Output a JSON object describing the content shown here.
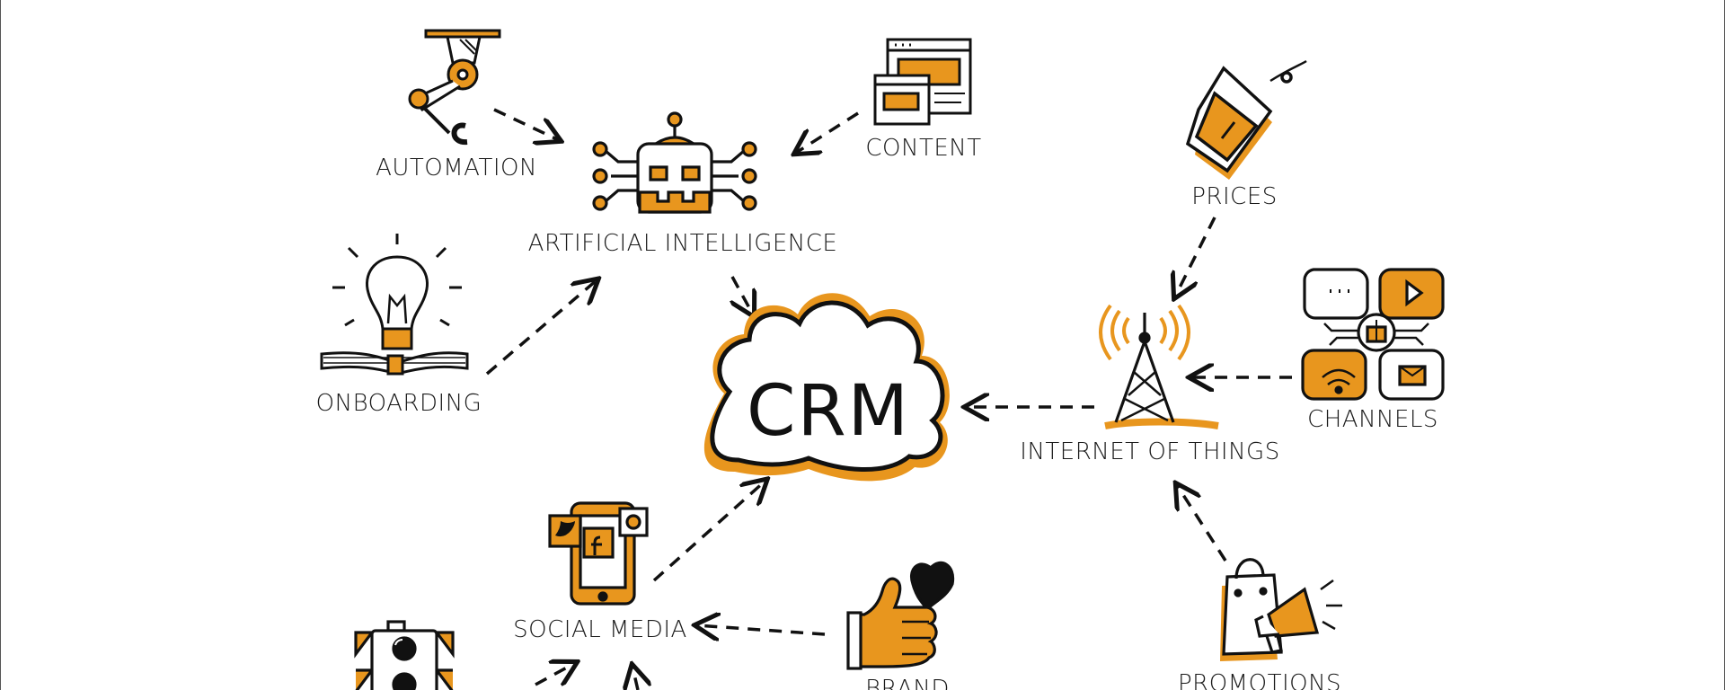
{
  "center": {
    "label": "CRM"
  },
  "nodes": {
    "automation": {
      "label": "AUTOMATION"
    },
    "content": {
      "label": "CONTENT"
    },
    "ai": {
      "label": "ARTIFICIAL INTELLIGENCE"
    },
    "prices": {
      "label": "PRICES"
    },
    "onboarding": {
      "label": "ONBOARDING"
    },
    "channels": {
      "label": "CHANNELS"
    },
    "iot": {
      "label": "INTERNET OF THINGS"
    },
    "social": {
      "label": "SOCIAL MEDIA"
    },
    "brand": {
      "label": "BRAND"
    },
    "promotions": {
      "label": "PROMOTIONS"
    }
  },
  "colors": {
    "accent": "#E8961E",
    "ink": "#111111",
    "background": "#FFFFFF"
  }
}
